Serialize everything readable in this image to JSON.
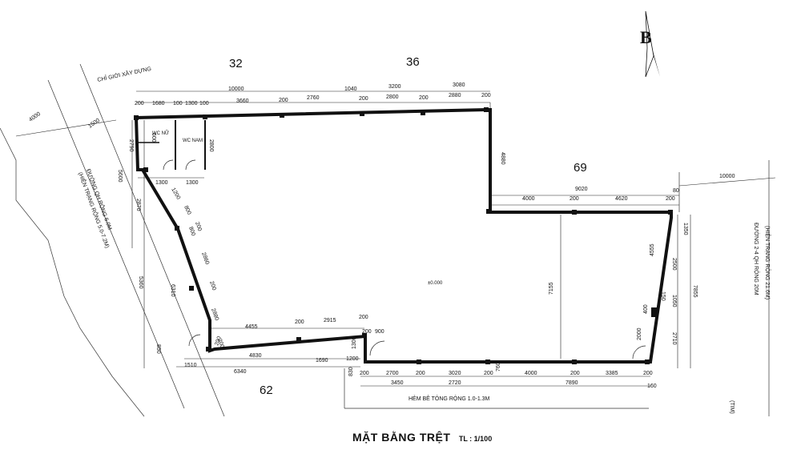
{
  "title": "MẶT BẰNG TRỆT",
  "scale": "TL : 1/100",
  "north_letter": "B",
  "lots": {
    "top_left": "32",
    "top_mid": "36",
    "right": "69",
    "bottom": "62"
  },
  "labels": {
    "construction_limit": "CHỈ GIỚI XÂY DỰNG",
    "road_left_1": "ĐƯỜNG QH RỘNG 6.0M",
    "road_left_2": "(HIỆN TRẠNG RỘNG 5.0-7.2M)",
    "road_right_1": "ĐƯỜNG 2-4 QH RỘNG 20M",
    "road_right_2": "(HIỆN TRẠNG RỘNG 21.6M)",
    "alley": "HẺM BÊ TÔNG RỘNG 1.0-1.3M",
    "wc_female": "WC NỮ",
    "wc_male": "WC NAM",
    "elevation": "±0.000",
    "tim": "(TIM)"
  },
  "dims": {
    "top_total": "10000",
    "top_gap": "1040",
    "top_3200": "3200",
    "top_3080": "3080",
    "t_200a": "200",
    "t_1680": "1680",
    "t_100a": "100",
    "t_1300": "1300",
    "t_100b": "100",
    "t_3660": "3660",
    "t_200b": "200",
    "t_2760": "2760",
    "t_200c": "200",
    "t_2800": "2800",
    "t_200d": "200",
    "t_2880": "2880",
    "t_200e": "200",
    "r_4880": "4880",
    "r_9020": "9020",
    "r_4000": "4000",
    "r_200a": "200",
    "r_4620": "4620",
    "r_200b": "200",
    "r_80": "80",
    "r_10000": "10000",
    "e_1350": "1350",
    "e_2500": "2500",
    "e_1050": "1050",
    "e_2710": "2710",
    "e_7855": "7855",
    "e_4555": "4555",
    "e_2000": "2000",
    "e_400": "400",
    "e_150": "150",
    "e_7155": "7155",
    "b_200a": "200",
    "b_2700": "2700",
    "b_200b": "200",
    "b_3020": "3020",
    "b_200c": "200",
    "b_4000": "4000",
    "b_200d": "200",
    "b_3385": "3385",
    "b_200e": "200",
    "b_760": "760",
    "b_3450": "3450",
    "b_2720": "2720",
    "b_7890": "7890",
    "b_160": "160",
    "s_4455": "4455",
    "s_200a": "200",
    "s_2915": "2915",
    "s_200b": "200",
    "s_200c": "200",
    "s_900": "900",
    "s_1300": "1300",
    "s_830": "830",
    "s_1200": "1200",
    "s_4830": "4830",
    "s_1690": "1690",
    "s_1510": "1510",
    "s_6340": "6340",
    "s_200d": "200",
    "l_4000": "4000",
    "l_1500": "1500",
    "l_2790": "2790",
    "l_5600": "5600",
    "l_2870": "2870",
    "l_5360": "5360",
    "l_850": "850",
    "l_6310": "6310",
    "l_800": "800",
    "i_600": "600",
    "i_2800": "2800",
    "i_1300a": "1300",
    "i_1200": "1200",
    "i_1300b": "1300",
    "d_800": "800",
    "d_200a": "200",
    "d_2860": "2860",
    "d_200b": "200",
    "d_2880": "2880",
    "d_200c": "200"
  }
}
